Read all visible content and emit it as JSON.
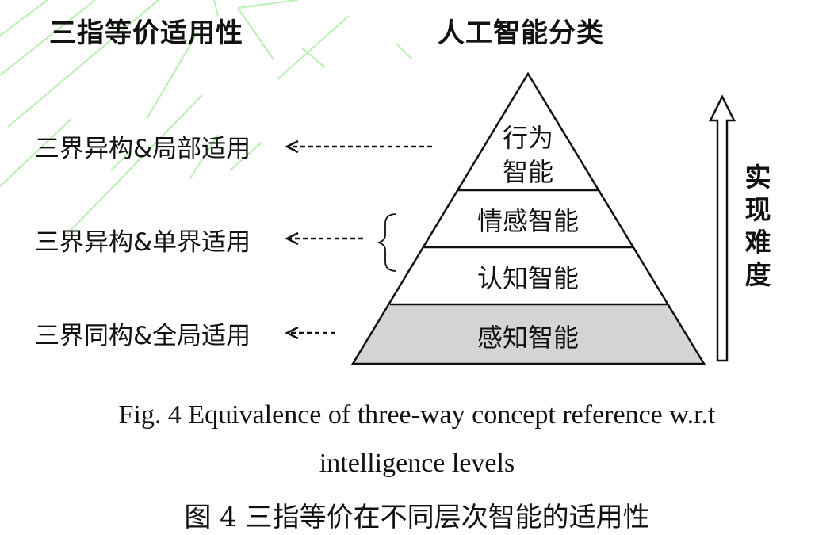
{
  "header": {
    "left_title": "三指等价适用性",
    "right_title": "人工智能分类"
  },
  "left_labels": [
    "三界异构&局部适用",
    "三界异构&单界适用",
    "三界同构&全局适用"
  ],
  "pyramid": {
    "levels": [
      {
        "label_lines": [
          "行为",
          "智能"
        ]
      },
      {
        "label_lines": [
          "情感智能"
        ]
      },
      {
        "label_lines": [
          "认知智能"
        ]
      },
      {
        "label_lines": [
          "感知智能"
        ]
      }
    ],
    "base_fill": "#d4d4d4"
  },
  "side_label": [
    "实",
    "现",
    "难",
    "度"
  ],
  "caption": {
    "en_line1": "Fig. 4 Equivalence of three-way concept reference w.r.t",
    "en_line2": "intelligence levels",
    "zh": "图 4  三指等价在不同层次智能的适用性"
  },
  "colors": {
    "watermark": "#b8f0b0",
    "stroke": "#111111"
  }
}
